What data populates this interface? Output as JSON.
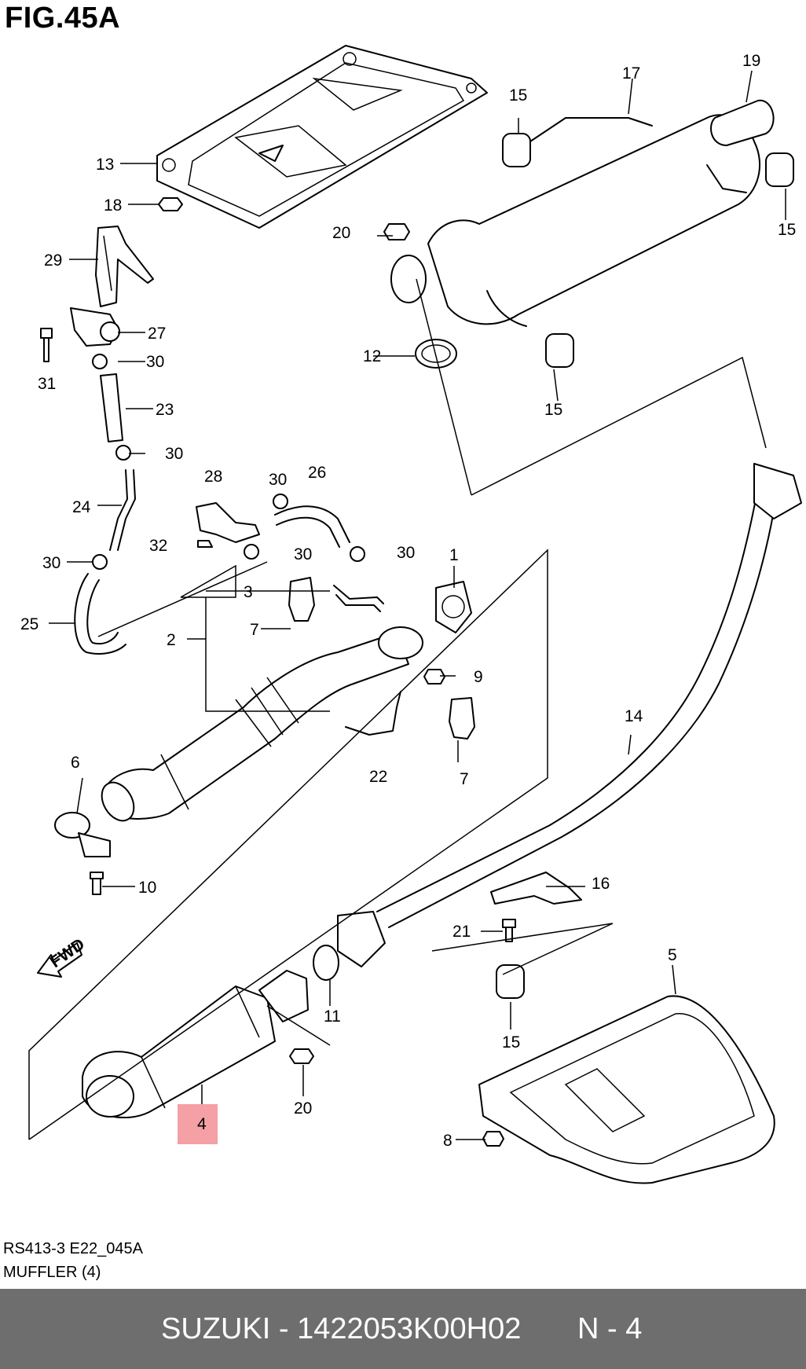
{
  "figure": {
    "title": "FIG.45A"
  },
  "callouts": {
    "c1": "1",
    "c2": "2",
    "c3": "3",
    "c4": "4",
    "c5": "5",
    "c6": "6",
    "c7a": "7",
    "c7b": "7",
    "c8": "8",
    "c9": "9",
    "c10": "10",
    "c11": "11",
    "c12": "12",
    "c13": "13",
    "c14": "14",
    "c15a": "15",
    "c15b": "15",
    "c15c": "15",
    "c15d": "15",
    "c16": "16",
    "c17": "17",
    "c18": "18",
    "c19": "19",
    "c20a": "20",
    "c20b": "20",
    "c21": "21",
    "c22": "22",
    "c23": "23",
    "c24": "24",
    "c25": "25",
    "c26": "26",
    "c27": "27",
    "c28": "28",
    "c29": "29",
    "c30a": "30",
    "c30b": "30",
    "c30c": "30",
    "c30d": "30",
    "c30e": "30",
    "c30f": "30",
    "c31": "31",
    "c32": "32"
  },
  "highlight": {
    "part": "4",
    "color": "#f4a0a4"
  },
  "fwd_label": "FWD",
  "caption": {
    "code": "RS413-3 E22_045A",
    "name": "MUFFLER (4)"
  },
  "footer": {
    "brand_part": "SUZUKI - 1422053K00H02",
    "grid": "N - 4",
    "bg_color": "#6e6e6e"
  }
}
